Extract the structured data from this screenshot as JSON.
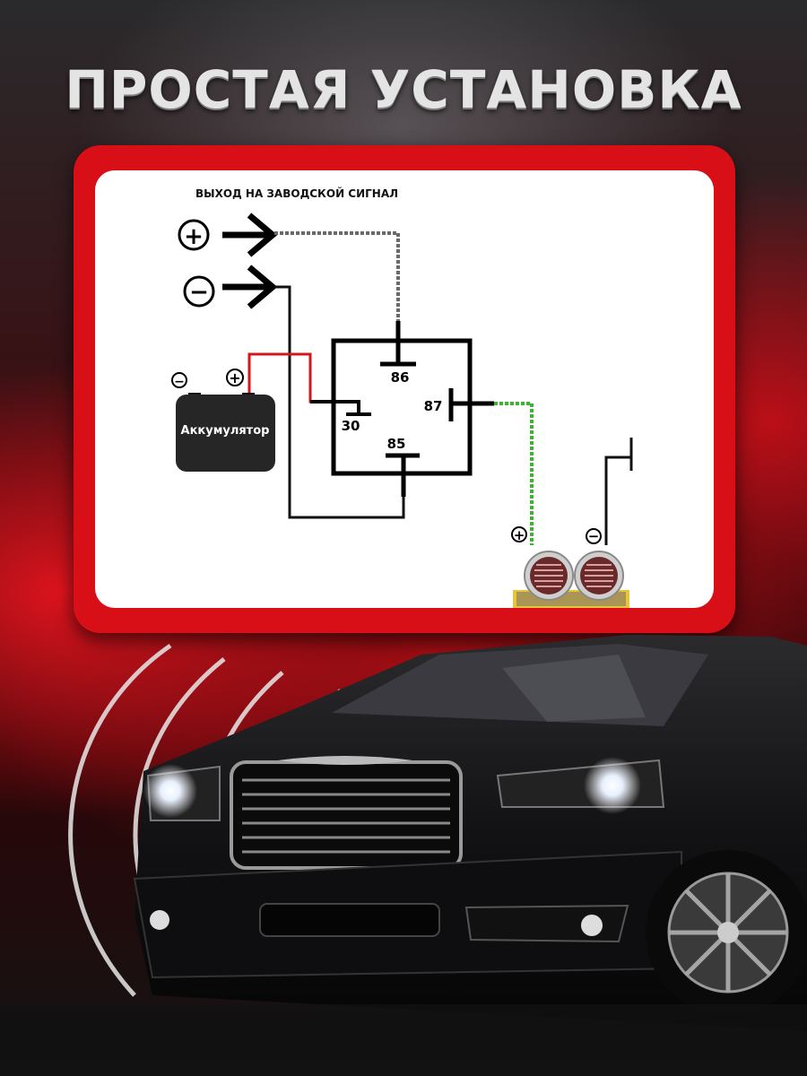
{
  "title": "ПРОСТАЯ УСТАНОВКА",
  "diagram": {
    "output_label": "ВЫХОД НА ЗАВОДСКОЙ СИГНАЛ",
    "plus_symbol": "+",
    "minus_symbol": "−",
    "battery_label": "Аккумулятор",
    "pins": {
      "p86": "86",
      "p87": "87",
      "p30": "30",
      "p85": "85"
    },
    "wire_colors": {
      "signal": "#6a6a6a",
      "battery_plus": "#d4151c",
      "output_87": "#39b62b",
      "ground": "#111111"
    }
  }
}
